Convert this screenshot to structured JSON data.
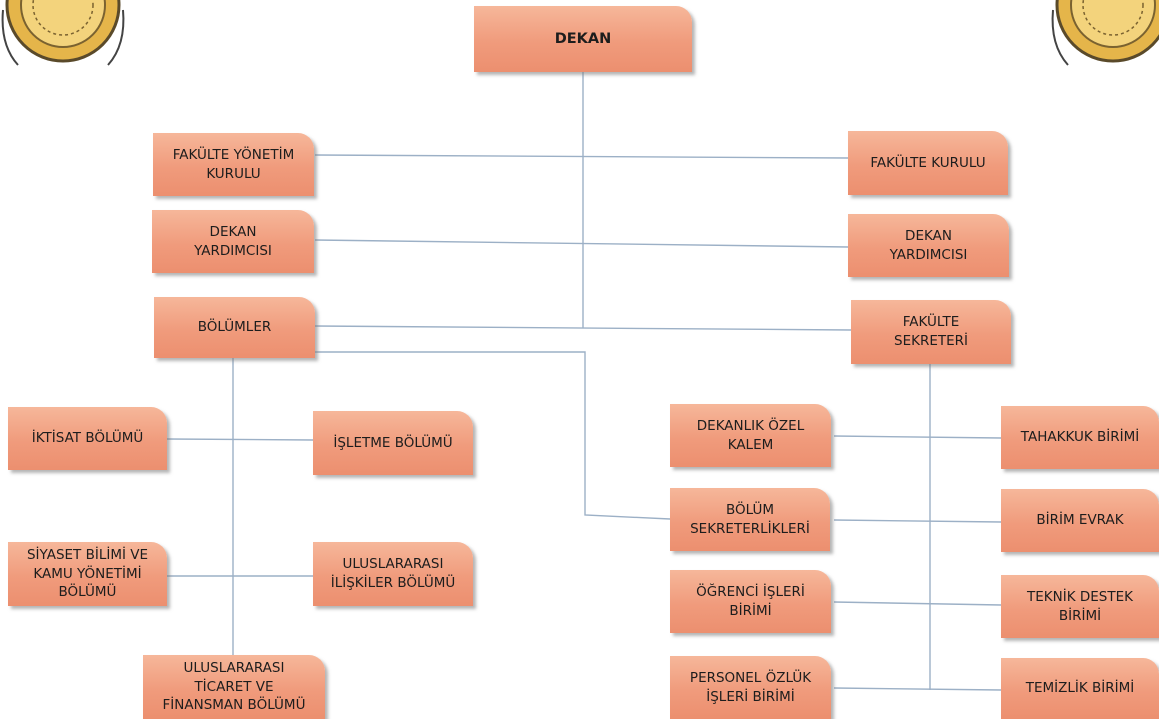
{
  "chart": {
    "dean": "DEKAN",
    "faculty_board": "FAKÜLTE YÖNETİM\nKURULU",
    "faculty_council": "FAKÜLTE KURULU",
    "vice_dean_left": "DEKAN\nYARDIMCISI",
    "vice_dean_right": "DEKAN\nYARDIMCISI",
    "departments": "BÖLÜMLER",
    "faculty_secretary": "FAKÜLTE\nSEKRETERİ",
    "economics": "İKTİSAT BÖLÜMÜ",
    "business": "İŞLETME BÖLÜMÜ",
    "political_science": "SİYASET BİLİMİ VE\nKAMU YÖNETİMİ\nBÖLÜMÜ",
    "international_relations": "ULUSLARARASI\nİLİŞKİLER BÖLÜMÜ",
    "international_trade": "ULUSLARARASI\nTİCARET VE\nFİNANSMAN BÖLÜMÜ",
    "dean_office": "DEKANLIK ÖZEL\nKALEM",
    "dept_secretaries": "BÖLÜM\nSEKRETERLİKLERİ",
    "student_affairs": "ÖĞRENCİ İŞLERİ\nBİRİMİ",
    "personnel": "PERSONEL ÖZLÜK\nİŞLERİ BİRİMİ",
    "accrual_unit": "TAHAKKUK BİRİMİ",
    "document_unit": "BİRİM EVRAK",
    "tech_support": "TEKNİK DESTEK\nBİRİMİ",
    "cleaning_unit": "TEMİZLİK BİRİMİ"
  },
  "colors": {
    "box_fill": "#f09b7c",
    "connector": "#9cb0c6",
    "emblem_gold": "#e5b54a"
  },
  "icons": {
    "left_emblem": "university-seal-icon",
    "right_emblem": "university-seal-icon"
  }
}
